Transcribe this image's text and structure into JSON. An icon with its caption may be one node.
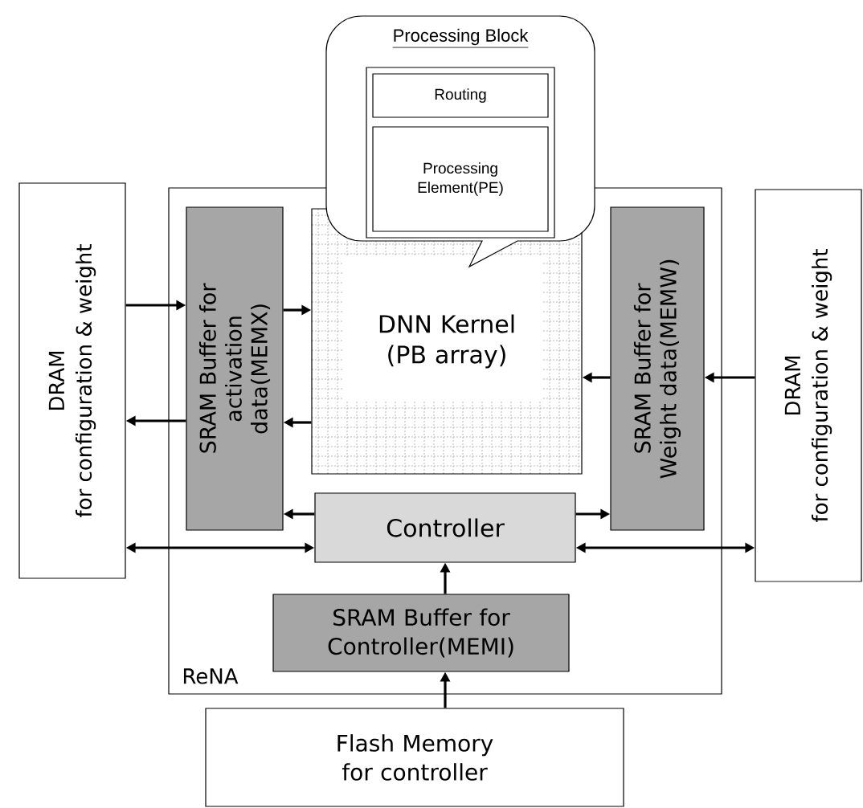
{
  "diagram": {
    "nodes": [
      {
        "text": [
          "DRAM",
          "for configuration & weight"
        ]
      },
      {
        "text": [
          "ReNA"
        ]
      },
      {
        "text": [
          "SRAM Buffer for activation data(MEMX)"
        ],
        "in": 1
      },
      {
        "text": [
          "DNN Kernel (PB array)"
        ],
        "in": 1
      },
      {
        "text": [
          "SRAM Buffer for Weight data(MEMW)"
        ],
        "in": 1
      },
      {
        "text": [
          "Controller"
        ],
        "in": 1
      },
      {
        "text": [
          "SRAM Buffer for Controller(MEMI)"
        ],
        "in": 1
      },
      {
        "text": [
          "DRAM",
          "for configuration & weight"
        ]
      },
      {
        "text": [
          "Flash Memory for controller"
        ]
      },
      {
        "text": [
          "Processing Block"
        ]
      },
      {
        "text": [],
        "shape": "box",
        "in": 9
      },
      {
        "text": [
          "Routing"
        ],
        "in": 10
      },
      {
        "text": [
          "Processing Element(PE)"
        ],
        "in": 10
      }
    ],
    "edges": [
      {
        "from": 0,
        "to": 2,
        "arrow": "to"
      },
      {
        "from": 2,
        "to": 3,
        "arrow": "to"
      },
      {
        "from": 2,
        "to": 0,
        "arrow": "to"
      },
      {
        "from": 3,
        "to": 2,
        "arrow": "to"
      },
      {
        "from": 5,
        "to": 2,
        "arrow": "to"
      },
      {
        "from": 0,
        "to": 5,
        "arrow": "both"
      },
      {
        "from": 4,
        "to": 3,
        "arrow": "to"
      },
      {
        "from": 7,
        "to": 4,
        "arrow": "to"
      },
      {
        "from": 5,
        "to": 4,
        "arrow": "to"
      },
      {
        "from": 5,
        "to": 7,
        "arrow": "both"
      },
      {
        "from": 6,
        "to": 5,
        "arrow": "to"
      },
      {
        "from": 8,
        "to": 6,
        "arrow": "to"
      }
    ]
  }
}
